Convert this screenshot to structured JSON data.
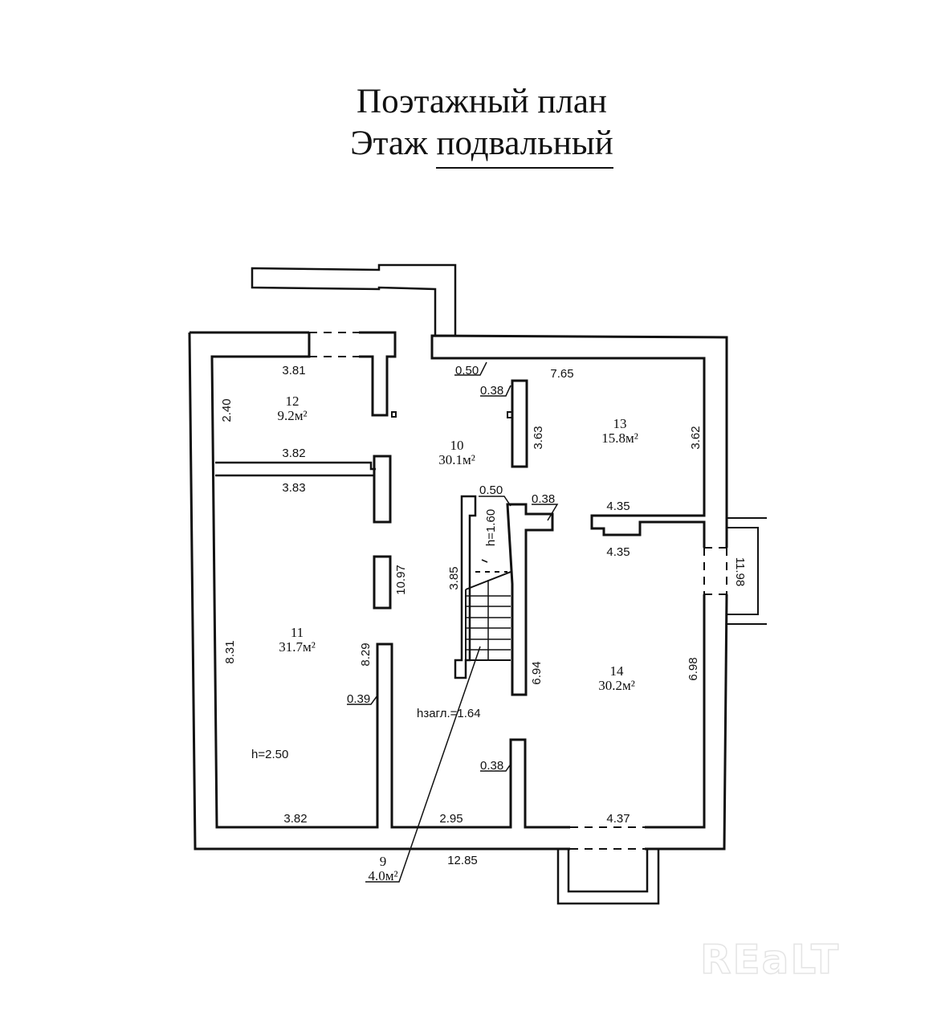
{
  "header": {
    "title_line1": "Поэтажный план",
    "title_line2_prefix": "Этаж",
    "title_line2_floor": "подвальный"
  },
  "rooms": [
    {
      "number": "9",
      "area": "4.0м²"
    },
    {
      "number": "10",
      "area": "30.1м²"
    },
    {
      "number": "11",
      "area": "31.7м²"
    },
    {
      "number": "12",
      "area": "9.2м²"
    },
    {
      "number": "13",
      "area": "15.8м²"
    },
    {
      "number": "14",
      "area": "30.2м²"
    }
  ],
  "dimensions": {
    "room12_top": "3.81",
    "room12_left": "2.40",
    "room12_bottom": "3.82",
    "room11_top": "3.83",
    "room11_left": "8.31",
    "room11_right": "8.29",
    "room11_bottom": "3.82",
    "wall_room11": "0.39",
    "hall_top_wall": "0.50",
    "room13_top": "7.65",
    "partition_top": "0.38",
    "partition_length": "3.63",
    "room13_right": "3.62",
    "stair_wall": "0.50",
    "stair_wall_right": "0.38",
    "room14_top_upper": "4.35",
    "room14_top_lower": "4.35",
    "stair_length": "3.85",
    "overall_height": "10.97",
    "stair_height": "h=1.60",
    "corridor_wall": "6.94",
    "room14_right": "6.98",
    "overall_right": "11.98",
    "depth": "hзагл.=1.64",
    "room11_height": "h=2.50",
    "partition_bottom": "0.38",
    "corridor_bottom": "2.95",
    "room14_bottom": "4.37",
    "overall_bottom": "12.85"
  },
  "watermark": "REaLT"
}
